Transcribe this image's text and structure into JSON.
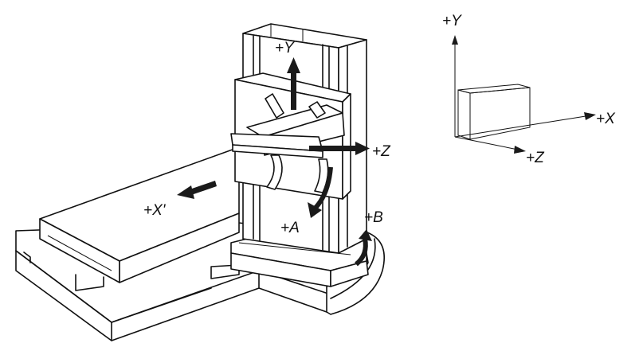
{
  "machine": {
    "labels": {
      "y": "+Y",
      "z": "+Z",
      "x_prime": "+X'",
      "a": "+A",
      "b": "+B"
    }
  },
  "part_axes": {
    "labels": {
      "y": "+Y",
      "x": "+X",
      "z": "+Z"
    }
  }
}
